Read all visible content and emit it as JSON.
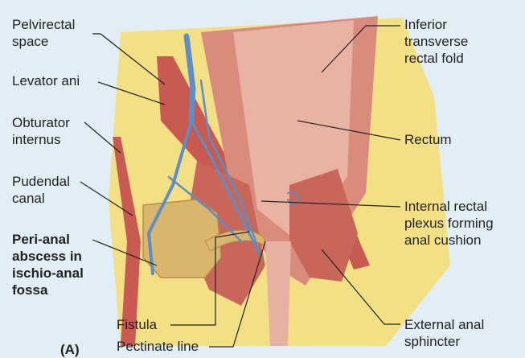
{
  "panel_label": "(A)",
  "labels": {
    "pelvirectal_space": [
      "Pelvirectal",
      "space"
    ],
    "levator_ani": [
      "Levator ani"
    ],
    "obturator_internus": [
      "Obturator",
      "internus"
    ],
    "pudendal_canal": [
      "Pudendal",
      "canal"
    ],
    "perianal_abscess": [
      "Peri-anal",
      "abscess in",
      "ischio-anal",
      "fossa"
    ],
    "fistula": [
      "Fistula"
    ],
    "pectinate_line": [
      "Pectinate line"
    ],
    "inferior_transverse_rectal_fold": [
      "Inferior",
      "transverse",
      "rectal fold"
    ],
    "rectum": [
      "Rectum"
    ],
    "internal_rectal_plexus": [
      "Internal rectal",
      "plexus forming",
      "anal cushion"
    ],
    "external_anal_sphincter": [
      "External anal",
      "sphincter"
    ]
  },
  "colors": {
    "background": "#e1eef6",
    "fat": "#f4e084",
    "muscle": "#c85a52",
    "rectal_wall": "#d98c7c",
    "lumen": "#e9b3a3",
    "abscess": "#d9b56e",
    "vein": "#5c8fc6",
    "leader_line": "#222222"
  }
}
